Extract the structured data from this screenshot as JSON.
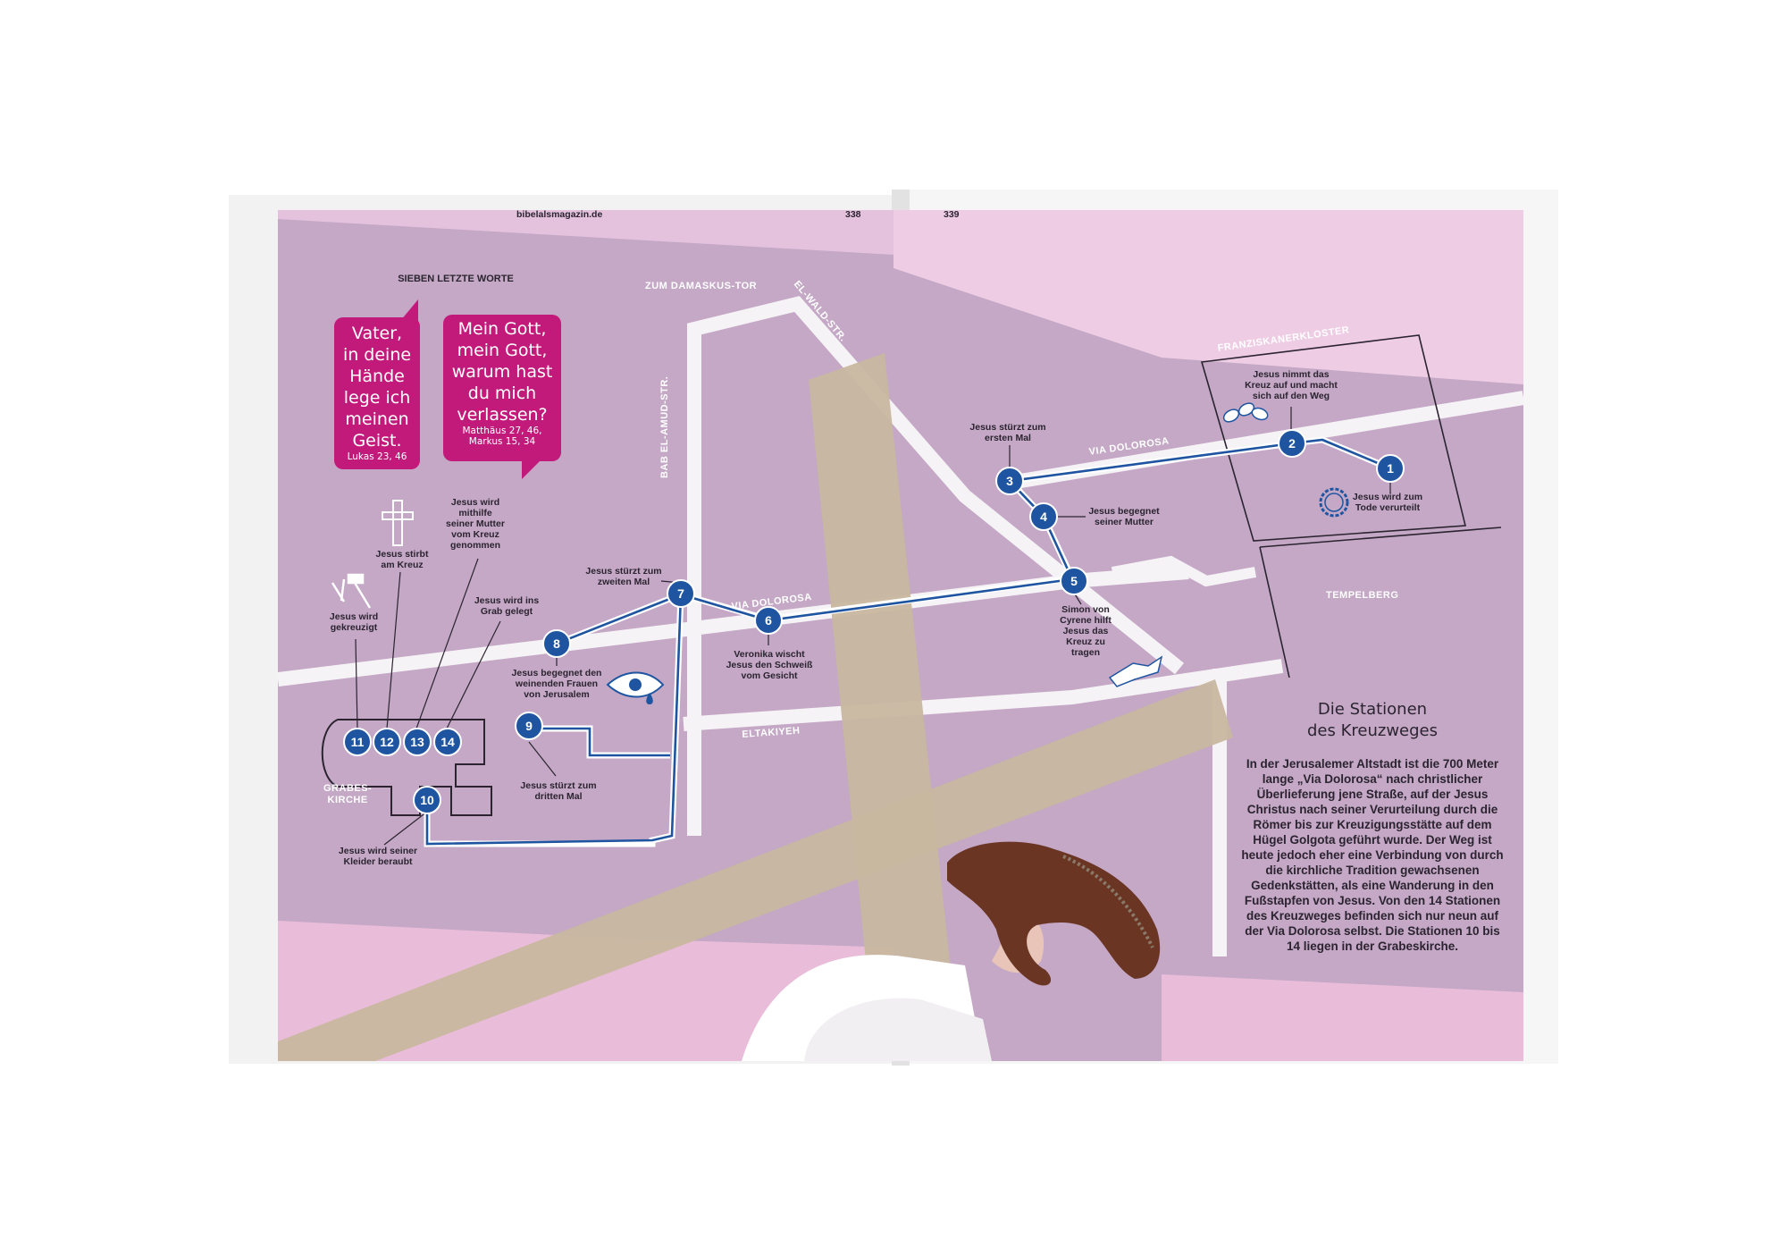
{
  "page": {
    "left_url": "bibelalsmagazin.de",
    "left_number": "338",
    "right_number": "339"
  },
  "section_title": "SIEBEN LETZTE WORTE",
  "quotes": [
    {
      "text": "Vater,\nin deine\nHände\nlege ich\nmeinen\nGeist.",
      "ref": "Lukas 23, 46"
    },
    {
      "text": "Mein Gott,\nmein Gott,\nwarum hast\ndu mich\nverlassen?",
      "ref": "Matthäus 27, 46,\nMarkus 15, 34"
    }
  ],
  "streets": {
    "damaskus": "ZUM DAMASKUS-TOR",
    "elwald": "EL-WALD-STR.",
    "babelamud": "BAB EL-AMUD-STR.",
    "via1": "VIA DOLOROSA",
    "via2": "VIA DOLOROSA",
    "eltakiyeh": "ELTAKIYEH",
    "franziskaner": "FRANZISKANERKLOSTER",
    "tempelberg": "TEMPELBERG",
    "grabeskirche": "GRABES-\nKIRCHE"
  },
  "stations": [
    {
      "number": "1",
      "caption": "Jesus wird zum\nTode verurteilt"
    },
    {
      "number": "2",
      "caption": "Jesus nimmt das\nKreuz auf und macht\nsich auf den Weg"
    },
    {
      "number": "3",
      "caption": "Jesus stürzt zum\nersten Mal"
    },
    {
      "number": "4",
      "caption": "Jesus begegnet\nseiner Mutter"
    },
    {
      "number": "5",
      "caption": "Simon von\nCyrene hilft\nJesus das\nKreuz zu\ntragen"
    },
    {
      "number": "6",
      "caption": "Veronika wischt\nJesus den Schweiß\nvom Gesicht"
    },
    {
      "number": "7",
      "caption": "Jesus stürzt zum\nzweiten Mal"
    },
    {
      "number": "8",
      "caption": "Jesus begegnet den\nweinenden Frauen\nvon Jerusalem"
    },
    {
      "number": "9",
      "caption": "Jesus stürzt zum\ndritten Mal"
    },
    {
      "number": "10",
      "caption": "Jesus wird seiner\nKleider beraubt"
    },
    {
      "number": "11",
      "caption": "Jesus wird\ngekreuzigt"
    },
    {
      "number": "12",
      "caption": "Jesus stirbt\nam Kreuz"
    },
    {
      "number": "13",
      "caption": "Jesus wird\nmithilfe\nseiner Mutter\nvom Kreuz\ngenommen"
    },
    {
      "number": "14",
      "caption": "Jesus wird ins\nGrab gelegt"
    }
  ],
  "info": {
    "title": "Die Stationen\ndes Kreuzweges",
    "body": "In der Jerusalemer Altstadt ist die 700 Meter lange „Via Dolorosa“ nach christlicher Überlieferung jene Straße, auf der Jesus Christus nach seiner Verurteilung durch die Römer bis zur Kreuzigungsstätte auf dem Hügel Golgota geführt wurde. Der Weg ist heute jedoch eher eine Verbindung von durch die kirchliche Tradition gewachsenen Gedenkstätten, als eine Wanderung in den Fußstapfen von Jesus. Von den 14 Stationen des Kreuzweges befinden sich nur neun auf der Via Dolorosa selbst. Die Stationen 10 bis 14 liegen in der Grabeskirche."
  },
  "colors": {
    "map_bg": "#c4a8c6",
    "pink": "#e9bdd9",
    "cross": "#c8b7a0",
    "route": "#1f55a0",
    "quote": "#c21a7b"
  },
  "icons": [
    "hammer-nails-icon",
    "cross-icon",
    "eye-tear-icon",
    "sandals-icon",
    "crown-of-thorns-icon",
    "helping-hands-icon"
  ]
}
